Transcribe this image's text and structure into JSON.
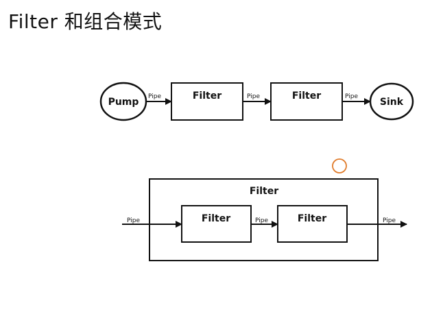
{
  "title": "Filter 和组合模式",
  "diagram1": {
    "pump": "Pump",
    "sink": "Sink",
    "filters": [
      "Filter",
      "Filter"
    ],
    "pipes": [
      "Pipe",
      "Pipe",
      "Pipe"
    ]
  },
  "diagram2": {
    "outer_filter": "Filter",
    "inner_filters": [
      "Filter",
      "Filter"
    ],
    "pipes": [
      "Pipe",
      "Pipe",
      "Pipe"
    ]
  },
  "colors": {
    "stroke": "#111111",
    "cursor_circle": "#e07b2a",
    "background": "#ffffff"
  }
}
